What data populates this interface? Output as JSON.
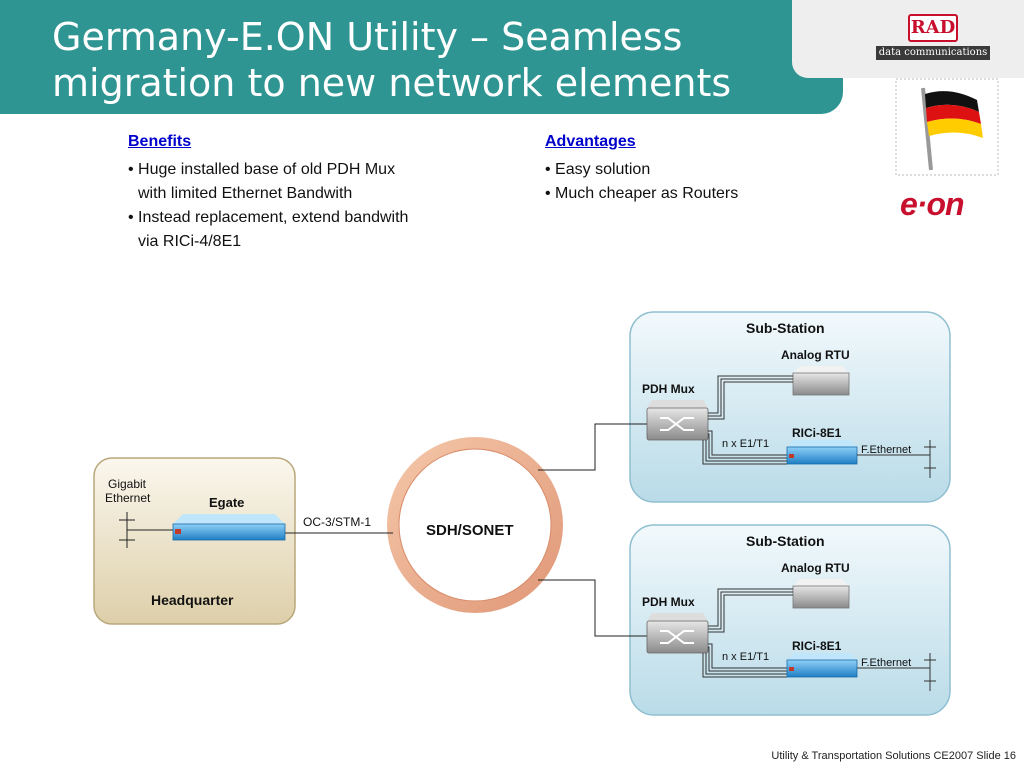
{
  "title": {
    "line1": "Germany-E.ON Utility – Seamless",
    "line2": "migration to new network elements"
  },
  "logos": {
    "rad_text": "RAD",
    "rad_sub": "data communications",
    "eon_text": "e·on",
    "flag": "germany-flag"
  },
  "benefits": {
    "heading": "Benefits",
    "items": [
      "• Huge installed base of old PDH Mux",
      "with limited Ethernet Bandwith",
      "• Instead replacement, extend bandwith",
      "via RICi-4/8E1"
    ]
  },
  "advantages": {
    "heading": "Advantages",
    "items": [
      "• Easy solution",
      "• Much cheaper as Routers"
    ]
  },
  "diagram": {
    "hq": {
      "gigabit_line1": "Gigabit",
      "gigabit_line2": "Ethernet",
      "egate": "Egate",
      "label": "Headquarter",
      "link": "OC-3/STM-1"
    },
    "ring": "SDH/SONET",
    "substation_top": {
      "title": "Sub-Station",
      "rtu": "Analog RTU",
      "pdh": "PDH Mux",
      "rici": "RICi-8E1",
      "e1": "n x E1/T1",
      "eth": "F.Ethernet"
    },
    "substation_bottom": {
      "title": "Sub-Station",
      "rtu": "Analog RTU",
      "pdh": "PDH Mux",
      "rici": "RICi-8E1",
      "e1": "n x E1/T1",
      "eth": "F.Ethernet"
    }
  },
  "footer": {
    "text": "Utility & Transportation Solutions  CE2007  Slide 16"
  },
  "colors": {
    "title_band": "#2e9592",
    "link_heading": "#0000cc",
    "substation_fill": "#cfe6ee",
    "hq_fill": "#e6dcc4",
    "ring": "#e9a888",
    "device_blue": "#3aa0e0"
  }
}
